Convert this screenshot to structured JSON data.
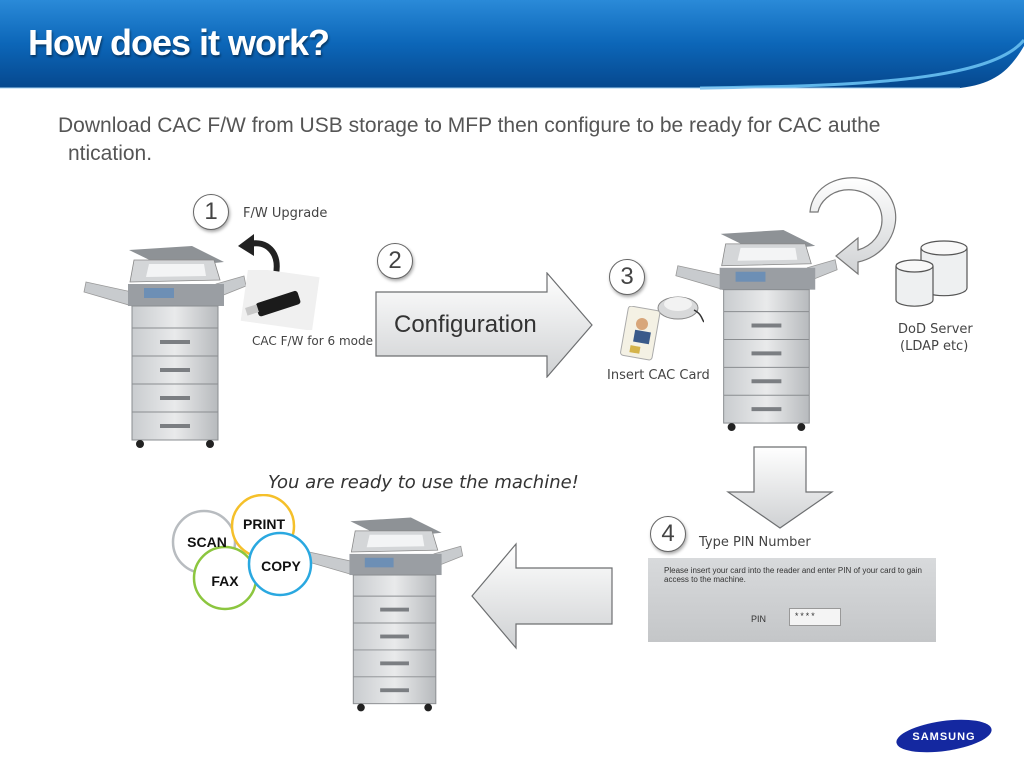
{
  "slide": {
    "title": "How does it work?",
    "subtitle_line1": "Download CAC F/W from USB storage to MFP then configure to be ready for CAC authe",
    "subtitle_line2": "ntication."
  },
  "steps": {
    "step1": {
      "number": "1",
      "label": "F/W Upgrade",
      "caption": "CAC F/W for 6 mode"
    },
    "step2": {
      "number": "2",
      "label": "Configuration"
    },
    "step3": {
      "number": "3",
      "caption": "Insert CAC Card"
    },
    "step4": {
      "number": "4",
      "label": "Type PIN Number"
    }
  },
  "server": {
    "line1": "DoD Server",
    "line2": "(LDAP etc)"
  },
  "ready": {
    "text": "You are ready to use the machine!"
  },
  "functions": [
    {
      "label": "PRINT",
      "color": "#f5c02a"
    },
    {
      "label": "SCAN",
      "color": "#b8bcc0"
    },
    {
      "label": "COPY",
      "color": "#2aa8e0"
    },
    {
      "label": "FAX",
      "color": "#8cc63f"
    }
  ],
  "pin_screen": {
    "message": "Please insert your card into the reader and enter PIN of your card to gain access to the machine.",
    "pin_label": "PIN",
    "pin_value": "****"
  },
  "brand": {
    "name": "SAMSUNG",
    "color": "#1428a0"
  },
  "colors": {
    "header_blue": "#0a63b5",
    "header_dark": "#06478a",
    "text_gray": "#555555"
  }
}
